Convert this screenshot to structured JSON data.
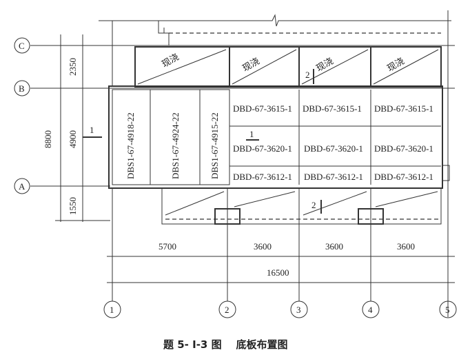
{
  "axes_horizontal": [
    "C",
    "B",
    "A"
  ],
  "axes_vertical": [
    "1",
    "2",
    "3",
    "4",
    "5"
  ],
  "dims_left": {
    "total": "8800",
    "parts": [
      "2350",
      "4900",
      "1550"
    ]
  },
  "dims_bottom": {
    "parts": [
      "5700",
      "3600",
      "3600",
      "3600"
    ],
    "total": "16500"
  },
  "cast_in_place": "现浇",
  "left_slabs": [
    "DBS1-67-4918-22",
    "DBS1-67-4924-22",
    "DBS1-67-4915-22"
  ],
  "right_slabs": {
    "row1": "DBD-67-3615-1",
    "row2": "DBD-67-3620-1",
    "row3": "DBD-67-3612-1"
  },
  "section_marks": {
    "s1": "1",
    "s2": "2"
  },
  "caption": "题 5- Ⅰ-3 图    底板布置图"
}
